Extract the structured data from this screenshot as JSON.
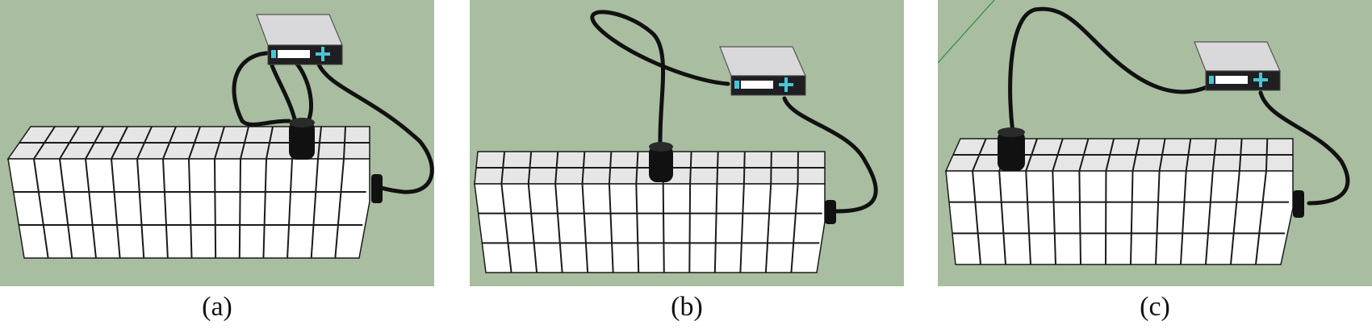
{
  "panels": [
    {
      "id": "a",
      "caption": "(a)"
    },
    {
      "id": "b",
      "caption": "(b)"
    },
    {
      "id": "c",
      "caption": "(c)"
    }
  ],
  "colors": {
    "background": "#a9bda0",
    "block_face": "#ffffff",
    "block_top": "#e6e6e6",
    "grid_line": "#1a1a1a",
    "cable": "#111111",
    "device_body": "#d9d9db",
    "device_accent": "#46c6d8"
  }
}
